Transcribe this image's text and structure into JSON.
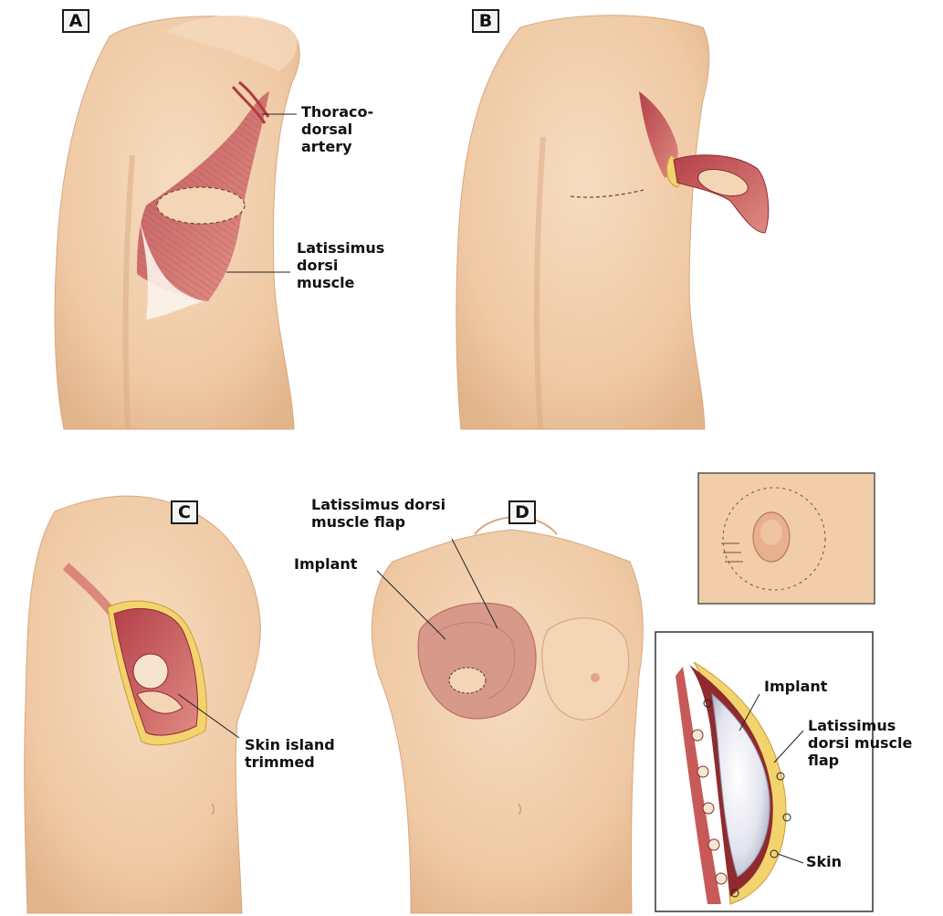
{
  "panels": {
    "a": {
      "tag": "A",
      "labels": {
        "thoracodorsal_artery": "Thoraco-\ndorsal\nartery",
        "latissimus_dorsi_muscle": "Latissimus\ndorsi\nmuscle"
      }
    },
    "b": {
      "tag": "B"
    },
    "c": {
      "tag": "C",
      "labels": {
        "skin_island_trimmed": "Skin island\ntrimmed"
      }
    },
    "d": {
      "tag": "D",
      "labels": {
        "latissimus_dorsi_muscle_flap": "Latissimus dorsi\nmuscle flap",
        "implant": "Implant"
      }
    },
    "cross_section": {
      "labels": {
        "implant": "Implant",
        "latissimus_dorsi_muscle_flap": "Latissimus\ndorsi muscle\nflap",
        "skin": "Skin"
      }
    }
  },
  "colors": {
    "skin": "#f1cdaa",
    "skin_shadow": "#dcae87",
    "muscle": "#c9595a",
    "muscle_dark": "#8f2a2e",
    "fat_layer": "#f3d36e",
    "implant": "#e8e8f2",
    "leader": "#222222"
  }
}
